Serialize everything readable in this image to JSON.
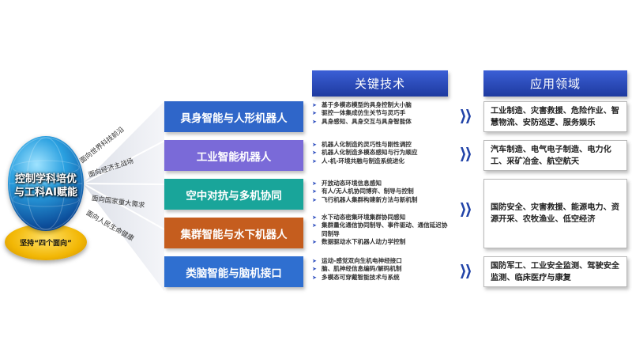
{
  "headers": {
    "tech": "关键技术",
    "apps": "应用领域"
  },
  "globe": {
    "line1": "控制学科培优",
    "line2": "与工科AI赋能",
    "base": "坚持“四个面向”"
  },
  "fan_labels": [
    "面向世界科技前沿",
    "面向经济主战场",
    "面向国家重大需求",
    "面向人民生命健康"
  ],
  "tracks": [
    {
      "label": "具身智能与人形机器人",
      "color": "#2f66c9"
    },
    {
      "label": "工业智能机器人",
      "color": "#7a6ad8"
    },
    {
      "label": "空中对抗与多机协同",
      "color": "#19a59a"
    },
    {
      "label": "集群智能与水下机器人",
      "color": "#c55d1e"
    },
    {
      "label": "类脑智能与脑机接口",
      "color": "#2f6fd0"
    }
  ],
  "tech": [
    [
      "基于多模态模型的具身控制大小脑",
      "驱控一体集成仿生关节与灵巧手",
      "具身感知、具身交互与具身智能体"
    ],
    [
      "机器人化制造的灵巧性与刚性调控",
      "机器人化制造多模态感知与行为顺应",
      "人-机-环境共融与制造系统进化"
    ],
    [
      "开放动态环境信息感知",
      "有人/无人机协同博弈、制导与控制",
      "飞行机器人集群构建新方法与新机制"
    ],
    [
      "水下动态密集环境集群协同感知",
      "集群量化通信协同制导、事件驱动、通信延迟协同制导",
      "数据驱动水下机器人动力学控制"
    ],
    [
      "运动-感觉双向生机电神经接口",
      "脑、肌神经信息编码/解码机制",
      "多模态可穿戴智能技术与系统"
    ]
  ],
  "apps": [
    "工业制造、灾害救援、危险作业、智慧物流、安防巡逻、服务娱乐",
    "汽车制造、电气电子制造、电力化工、采矿冶金、航空航天",
    "国防安全、灾害救援、能源电力、资源开采、农牧渔业、低空经济",
    "国防军工、工业安全监测、驾驶安全监测、临床医疗与康复"
  ],
  "colors": {
    "header": "#2a4bb8",
    "arrow": "#2244a8",
    "bullet": "#2f4fbf"
  }
}
